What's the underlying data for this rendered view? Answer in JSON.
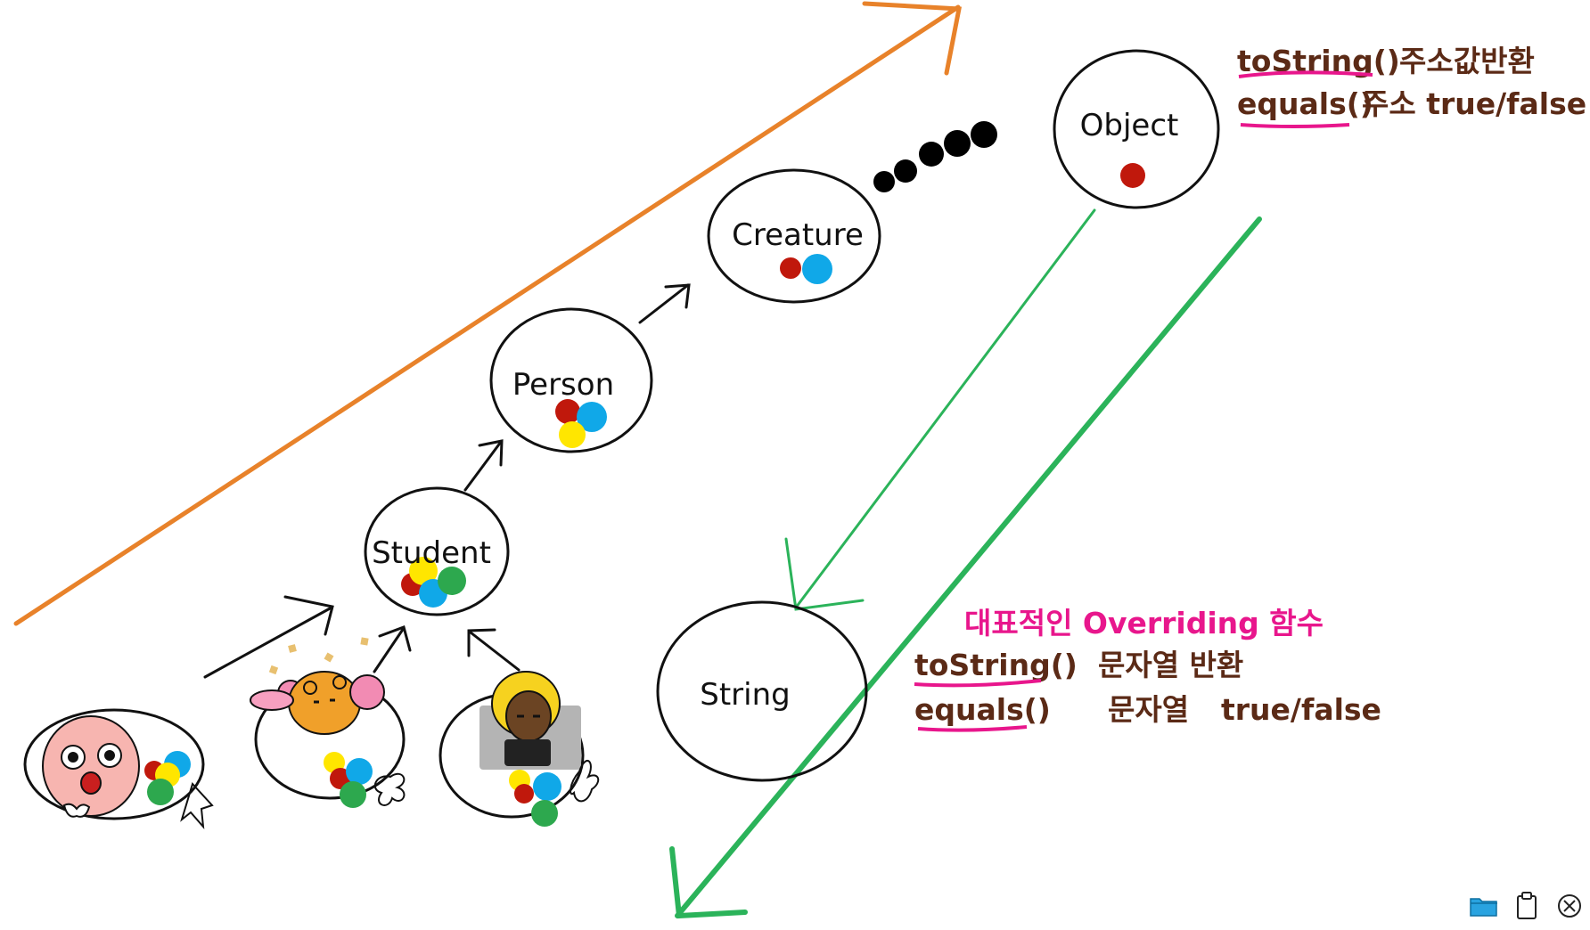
{
  "nodes": {
    "object": "Object",
    "creature": "Creature",
    "person": "Person",
    "student": "Student",
    "string": "String"
  },
  "object_notes": {
    "line1_method": "toString()",
    "line1_desc": "주소값반환",
    "line2_method": "equals()",
    "line2_desc": "주소 true/false"
  },
  "string_notes": {
    "heading": "대표적인 Overriding 함수",
    "line1_method": "toString()",
    "line1_desc": "문자열 반환",
    "line2_method": "equals()",
    "line2_desc": "문자열",
    "line2_value": "true/false"
  },
  "colors": {
    "orange_arrow": "#e8822a",
    "green_arrow": "#2bb35a",
    "underline": "#e8168c",
    "dot_red": "#c0180c",
    "dot_blue": "#10a8e8",
    "dot_yellow": "#ffe600",
    "dot_green": "#2da84e",
    "dot_black": "#000000"
  },
  "toolbar": {
    "icons": [
      "folder-icon",
      "clipboard-icon",
      "close-icon"
    ]
  }
}
